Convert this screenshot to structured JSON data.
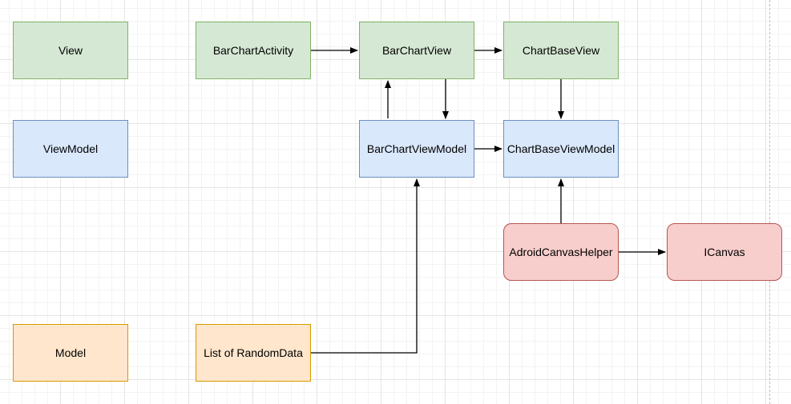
{
  "diagram": {
    "nodes": {
      "view": "View",
      "viewmodel": "ViewModel",
      "model": "Model",
      "bar_chart_activity": "BarChartActivity",
      "list_of_random_data": "List of RandomData",
      "bar_chart_view": "BarChartView",
      "bar_chart_view_model": "BarChartViewModel",
      "chart_base_view": "ChartBaseView",
      "chart_base_view_model": "ChartBaseViewModel",
      "adroid_canvas_helper": "AdroidCanvasHelper",
      "icanvas": "ICanvas"
    },
    "edges": [
      {
        "from": "bar_chart_activity",
        "to": "bar_chart_view"
      },
      {
        "from": "bar_chart_view",
        "to": "chart_base_view"
      },
      {
        "from": "bar_chart_view",
        "to": "bar_chart_view_model"
      },
      {
        "from": "bar_chart_view_model",
        "to": "bar_chart_view"
      },
      {
        "from": "chart_base_view",
        "to": "chart_base_view_model"
      },
      {
        "from": "bar_chart_view_model",
        "to": "chart_base_view_model"
      },
      {
        "from": "adroid_canvas_helper",
        "to": "chart_base_view_model"
      },
      {
        "from": "adroid_canvas_helper",
        "to": "icanvas"
      },
      {
        "from": "list_of_random_data",
        "to": "bar_chart_view_model"
      }
    ],
    "colors": {
      "view_fill": "#d5e8d4",
      "view_stroke": "#82b366",
      "viewmodel_fill": "#dae8fc",
      "viewmodel_stroke": "#6c8ebf",
      "model_fill": "#ffe6cc",
      "model_stroke": "#d79b00",
      "helper_fill": "#f8cecc",
      "helper_stroke": "#b85450",
      "edge": "#000000"
    }
  }
}
